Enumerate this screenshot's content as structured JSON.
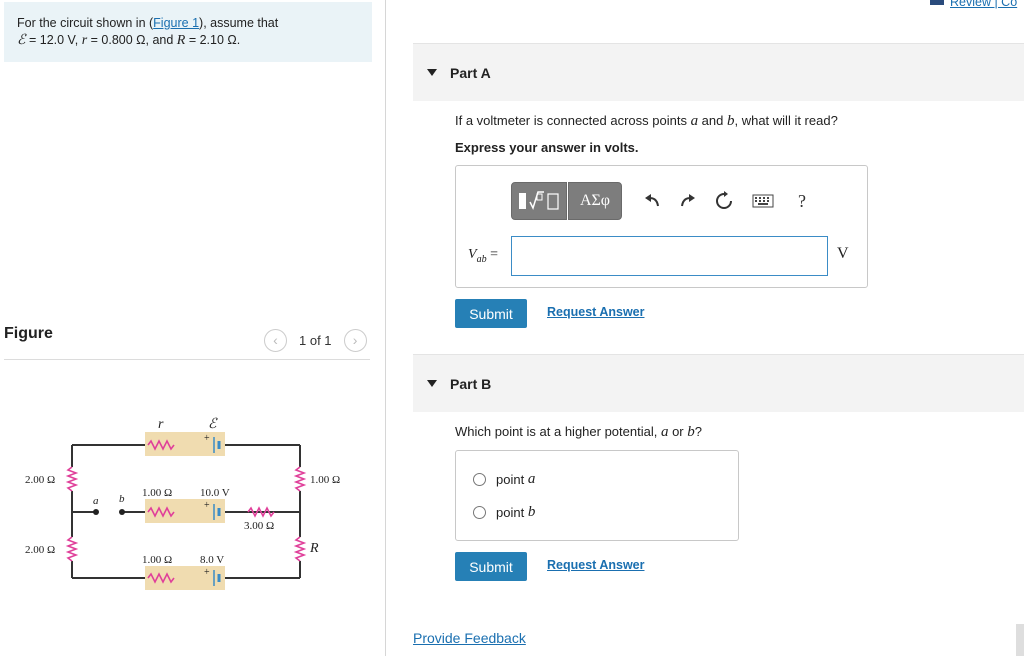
{
  "problem": {
    "intro": "For the circuit shown in (",
    "figure_link": "Figure 1",
    "intro_end": "), assume that",
    "emf_symbol": "ℰ",
    "eq1": "= 12.0 V, ",
    "r_symbol": "r",
    "eq2": "= 0.800 Ω, and ",
    "R_symbol": "R",
    "eq3": "= 2.10 Ω."
  },
  "header": {
    "review_link": "Review | Co"
  },
  "figure": {
    "title": "Figure",
    "prev_icon": "chevron-left-icon",
    "counter": "1 of 1",
    "next_icon": "chevron-right-icon",
    "labels": {
      "r": "r",
      "emf": "ℰ",
      "left_top_res": "2.00 Ω",
      "left_bottom_res": "2.00 Ω",
      "right_top_res": "1.00 Ω",
      "right_bottom_res": "R",
      "mid_res": "1.00 Ω",
      "mid_batt": "10.0 V",
      "mid_right_res": "3.00 Ω",
      "bottom_res": "1.00 Ω",
      "bottom_batt": "8.0 V",
      "point_a": "a",
      "point_b": "b",
      "plus": "+"
    }
  },
  "partA": {
    "title": "Part A",
    "question_pre": "If a voltmeter is connected across points ",
    "question_a": "a",
    "question_mid": " and ",
    "question_b": "b",
    "question_post": ", what will it read?",
    "instruction": "Express your answer in volts.",
    "toolbar": {
      "symbols": "ΑΣφ",
      "help": "?",
      "icons": [
        "templates-icon",
        "undo-icon",
        "redo-icon",
        "reset-icon",
        "keyboard-icon",
        "help-icon"
      ]
    },
    "answer_label_main": "V",
    "answer_label_sub": "ab",
    "answer_label_eq": " =",
    "answer_value": "",
    "unit": "V",
    "submit": "Submit",
    "request": "Request Answer"
  },
  "partB": {
    "title": "Part B",
    "question_pre": "Which point is at a higher potential, ",
    "question_a": "a",
    "question_mid": " or ",
    "question_b": "b",
    "question_post": "?",
    "options": [
      {
        "text": "point ",
        "var": "a"
      },
      {
        "text": "point ",
        "var": "b"
      }
    ],
    "submit": "Submit",
    "request": "Request Answer"
  },
  "footer": {
    "feedback": "Provide Feedback"
  },
  "colors": {
    "accent": "#2680b6",
    "link": "#1a6fb0",
    "problem_bg": "#eaf3f7",
    "resistor": "#e0409a",
    "battery": "#3b8cc6",
    "component_bg": "#f0dcb0"
  }
}
